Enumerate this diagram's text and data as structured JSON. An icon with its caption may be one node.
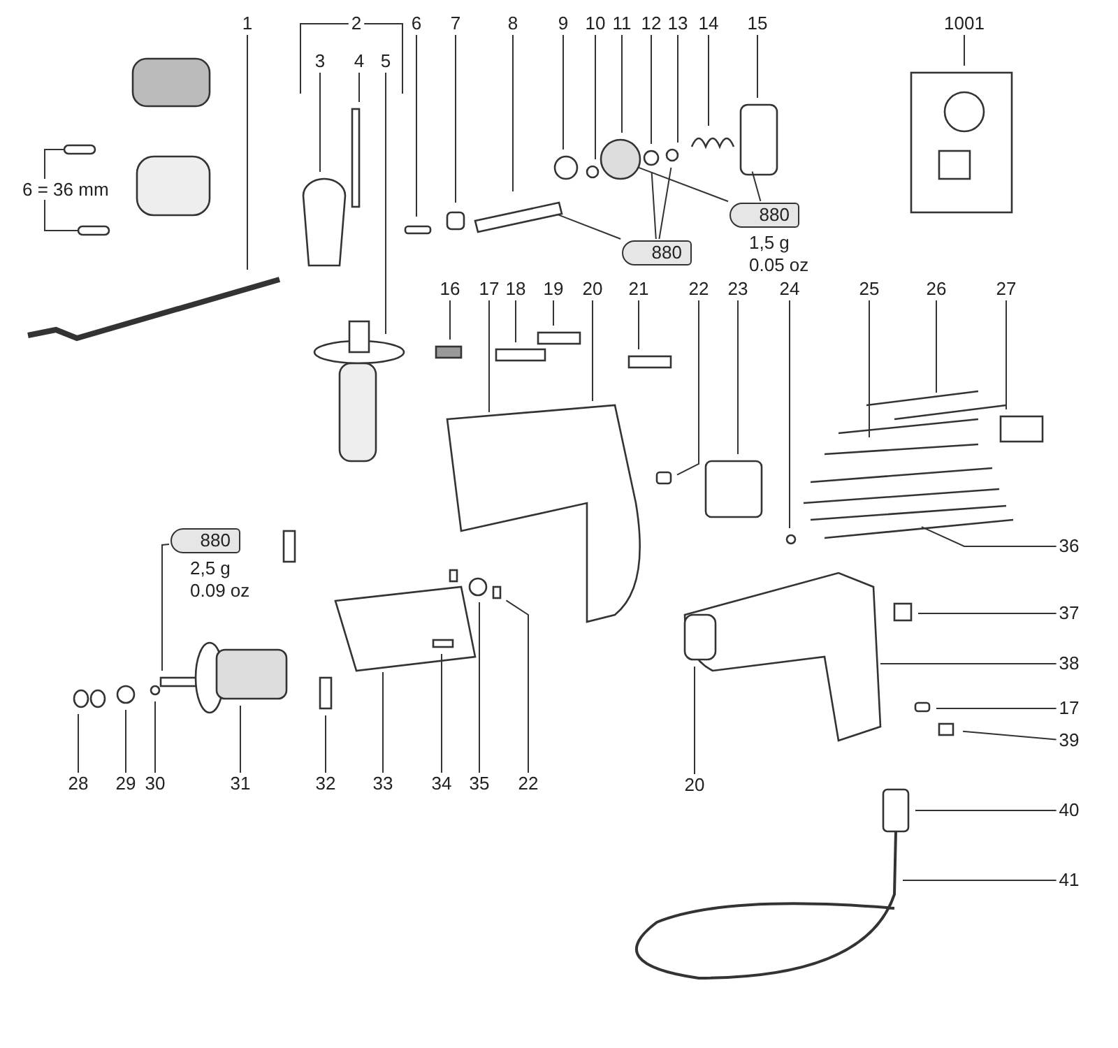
{
  "diagram": {
    "nodes": [
      {
        "text": [
          "1"
        ]
      },
      {
        "text": [
          "2"
        ]
      },
      {
        "text": [
          "6"
        ]
      },
      {
        "text": [
          "7"
        ]
      },
      {
        "text": [
          "8"
        ]
      },
      {
        "text": [
          "9"
        ]
      },
      {
        "text": [
          "10"
        ]
      },
      {
        "text": [
          "11"
        ]
      },
      {
        "text": [
          "12"
        ]
      },
      {
        "text": [
          "13"
        ]
      },
      {
        "text": [
          "14"
        ]
      },
      {
        "text": [
          "15"
        ]
      },
      {
        "text": [
          "1001"
        ]
      },
      {
        "text": [
          "3"
        ]
      },
      {
        "text": [
          "4"
        ]
      },
      {
        "text": [
          "5"
        ]
      },
      {
        "text": [
          "880"
        ],
        "beside": [
          "1,5 g",
          "0.05 oz"
        ]
      },
      {
        "text": [
          "880"
        ]
      },
      {
        "text": [
          "16"
        ]
      },
      {
        "text": [
          "17"
        ]
      },
      {
        "text": [
          "18"
        ]
      },
      {
        "text": [
          "19"
        ]
      },
      {
        "text": [
          "20"
        ]
      },
      {
        "text": [
          "21"
        ]
      },
      {
        "text": [
          "22"
        ]
      },
      {
        "text": [
          "23"
        ]
      },
      {
        "text": [
          "24"
        ]
      },
      {
        "text": [
          "25"
        ]
      },
      {
        "text": [
          "26"
        ]
      },
      {
        "text": [
          "27"
        ]
      },
      {
        "text": [
          "880"
        ],
        "beside": [
          "2,5 g",
          "0.09 oz"
        ]
      },
      {
        "text": [
          "36"
        ]
      },
      {
        "text": [
          "37"
        ]
      },
      {
        "text": [
          "38"
        ]
      },
      {
        "text": [
          "17"
        ]
      },
      {
        "text": [
          "39"
        ]
      },
      {
        "text": [
          "40"
        ]
      },
      {
        "text": [
          "41"
        ]
      },
      {
        "text": [
          "20"
        ]
      },
      {
        "text": [
          "28"
        ]
      },
      {
        "text": [
          "29"
        ]
      },
      {
        "text": [
          "30"
        ]
      },
      {
        "text": [
          "31"
        ]
      },
      {
        "text": [
          "32"
        ]
      },
      {
        "text": [
          "33"
        ]
      },
      {
        "text": [
          "34"
        ]
      },
      {
        "text": [
          "35"
        ]
      },
      {
        "text": [
          "22"
        ]
      }
    ],
    "edges": [
      {
        "from": 0,
        "to": null,
        "arrow": "none"
      },
      {
        "from": 1,
        "to": null,
        "arrow": "none"
      },
      {
        "from": 2,
        "to": null,
        "arrow": "none"
      },
      {
        "from": 3,
        "to": null,
        "arrow": "none"
      },
      {
        "from": 4,
        "to": null,
        "arrow": "none"
      },
      {
        "from": 5,
        "to": null,
        "arrow": "none"
      },
      {
        "from": 6,
        "to": null,
        "arrow": "none"
      },
      {
        "from": 7,
        "to": null,
        "arrow": "none"
      },
      {
        "from": 8,
        "to": null,
        "arrow": "none"
      },
      {
        "from": 9,
        "to": null,
        "arrow": "none"
      },
      {
        "from": 10,
        "to": null,
        "arrow": "none"
      },
      {
        "from": 11,
        "to": null,
        "arrow": "none"
      },
      {
        "from": 12,
        "to": null,
        "arrow": "none"
      },
      {
        "from": 13,
        "to": null,
        "arrow": "none"
      },
      {
        "from": 14,
        "to": null,
        "arrow": "none"
      },
      {
        "from": 15,
        "to": null,
        "arrow": "none"
      },
      {
        "from": 16,
        "to": null,
        "arrow": "none"
      },
      {
        "from": 16,
        "to": null,
        "arrow": "none"
      },
      {
        "from": 17,
        "to": null,
        "arrow": "none"
      },
      {
        "from": 17,
        "to": null,
        "arrow": "none"
      },
      {
        "from": 17,
        "to": null,
        "arrow": "none"
      },
      {
        "from": 18,
        "to": null,
        "arrow": "none"
      },
      {
        "from": 19,
        "to": null,
        "arrow": "none"
      },
      {
        "from": 20,
        "to": null,
        "arrow": "none"
      },
      {
        "from": 21,
        "to": null,
        "arrow": "none"
      },
      {
        "from": 22,
        "to": null,
        "arrow": "none"
      },
      {
        "from": 23,
        "to": null,
        "arrow": "none"
      },
      {
        "from": 24,
        "to": null,
        "arrow": "none"
      },
      {
        "from": 25,
        "to": null,
        "arrow": "none"
      },
      {
        "from": 26,
        "to": null,
        "arrow": "none"
      },
      {
        "from": 27,
        "to": null,
        "arrow": "none"
      },
      {
        "from": 28,
        "to": null,
        "arrow": "none"
      },
      {
        "from": 29,
        "to": null,
        "arrow": "none"
      },
      {
        "from": 30,
        "to": null,
        "arrow": "none"
      },
      {
        "from": 31,
        "to": null,
        "arrow": "none"
      },
      {
        "from": 32,
        "to": null,
        "arrow": "none"
      },
      {
        "from": 33,
        "to": null,
        "arrow": "none"
      },
      {
        "from": 34,
        "to": null,
        "arrow": "none"
      },
      {
        "from": 35,
        "to": null,
        "arrow": "none"
      },
      {
        "from": 36,
        "to": null,
        "arrow": "none"
      },
      {
        "from": 37,
        "to": null,
        "arrow": "none"
      },
      {
        "from": 38,
        "to": null,
        "arrow": "none"
      },
      {
        "from": 39,
        "to": null,
        "arrow": "none"
      },
      {
        "from": 40,
        "to": null,
        "arrow": "none"
      },
      {
        "from": 41,
        "to": null,
        "arrow": "none"
      },
      {
        "from": 42,
        "to": null,
        "arrow": "none"
      },
      {
        "from": 43,
        "to": null,
        "arrow": "none"
      },
      {
        "from": 44,
        "to": null,
        "arrow": "none"
      },
      {
        "from": 45,
        "to": null,
        "arrow": "none"
      },
      {
        "from": 46,
        "to": null,
        "arrow": "none"
      },
      {
        "from": 47,
        "to": null,
        "arrow": "none"
      }
    ],
    "labels": [
      "6 = 36 mm"
    ]
  }
}
